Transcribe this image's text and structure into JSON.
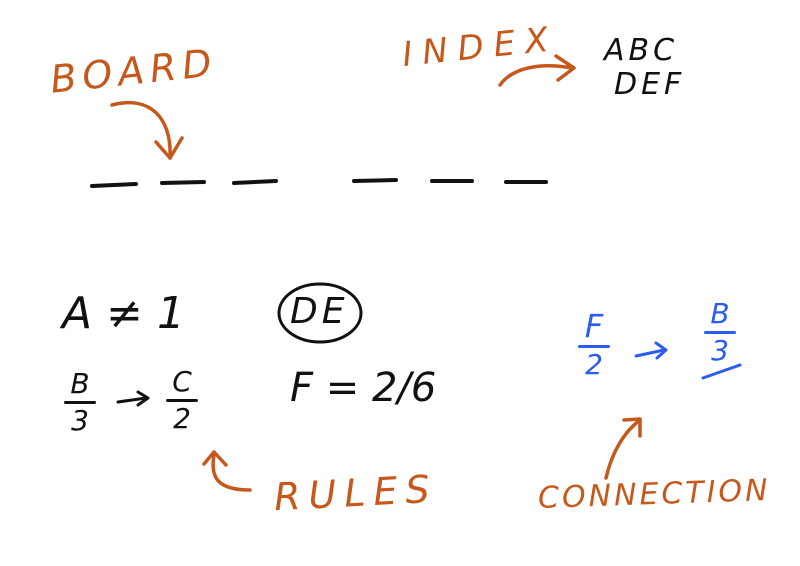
{
  "colors": {
    "orange": "#c6581c",
    "black": "#111111",
    "blue": "#2a5cf0"
  },
  "labels": {
    "board": "BOARD",
    "index": "INDEX",
    "rules": "RULES",
    "connection": "CONNECTION"
  },
  "index_letters": {
    "row1": "ABC",
    "row2": "DEF"
  },
  "board": {
    "slots": 6
  },
  "rules": {
    "rule1": "A ≠ 1",
    "rule2": "DE",
    "rule3_from": {
      "num": "B",
      "den": "3"
    },
    "rule3_to": {
      "num": "C",
      "den": "2"
    },
    "rule4": "F = 2/6"
  },
  "connection": {
    "from": {
      "num": "F",
      "den": "2"
    },
    "to": {
      "num": "B",
      "den": "3"
    }
  }
}
